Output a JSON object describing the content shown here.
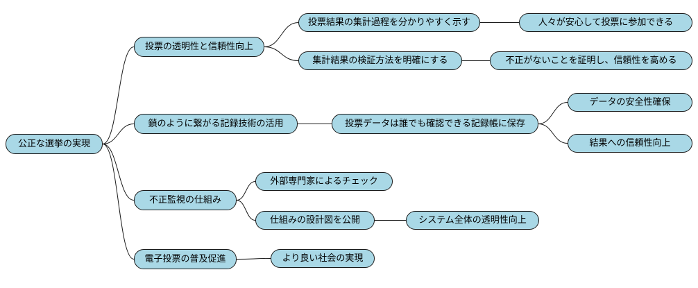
{
  "colors": {
    "background": "#ffffff",
    "node_fill": "#a9d8e6",
    "node_border": "#1a1a1a",
    "line": "#1a1a1a",
    "text": "#000000"
  },
  "mindmap": {
    "root": "公正な選挙の実現",
    "branches": [
      {
        "label": "投票の透明性と信頼性向上",
        "children": [
          {
            "label": "投票結果の集計過程を分かりやすく示す",
            "children": [
              {
                "label": "人々が安心して投票に参加できる",
                "children": []
              }
            ]
          },
          {
            "label": "集計結果の検証方法を明確にする",
            "children": [
              {
                "label": "不正がないことを証明し、信頼性を高める",
                "children": []
              }
            ]
          }
        ]
      },
      {
        "label": "鎖のように繋がる記録技術の活用",
        "children": [
          {
            "label": "投票データは誰でも確認できる記録帳に保存",
            "children": [
              {
                "label": "データの安全性確保",
                "children": []
              },
              {
                "label": "結果への信頼性向上",
                "children": []
              }
            ]
          }
        ]
      },
      {
        "label": "不正監視の仕組み",
        "children": [
          {
            "label": "外部専門家によるチェック",
            "children": []
          },
          {
            "label": "仕組みの設計図を公開",
            "children": [
              {
                "label": "システム全体の透明性向上",
                "children": []
              }
            ]
          }
        ]
      },
      {
        "label": "電子投票の普及促進",
        "children": [
          {
            "label": "より良い社会の実現",
            "children": []
          }
        ]
      }
    ]
  }
}
